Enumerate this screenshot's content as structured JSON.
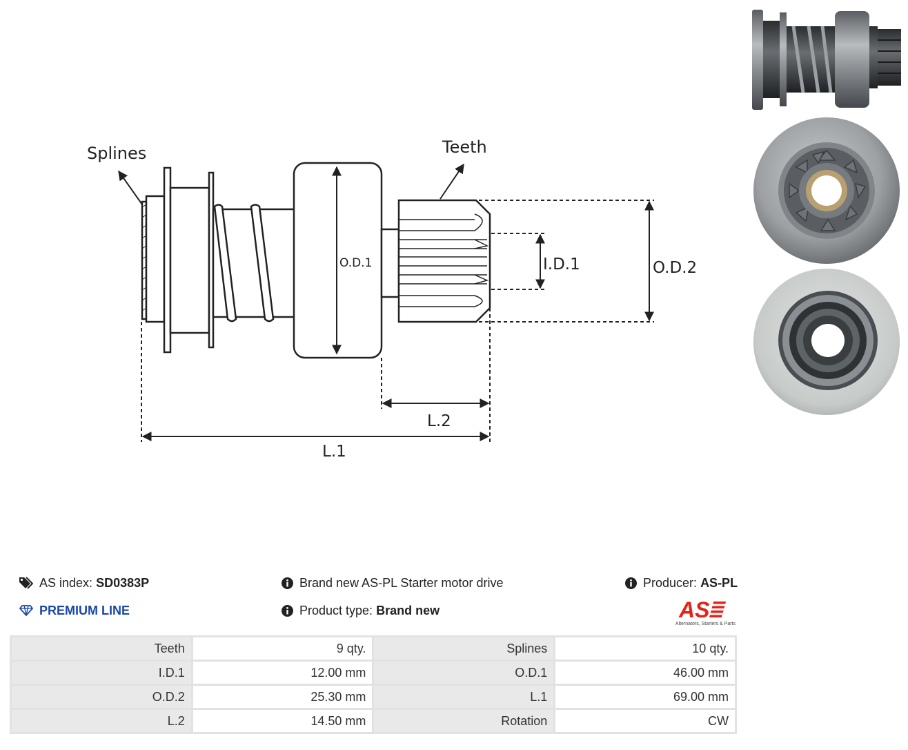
{
  "diagram": {
    "labels": {
      "splines": "Splines",
      "teeth": "Teeth",
      "od1": "O.D.1",
      "id1": "I.D.1",
      "od2": "O.D.2",
      "l1": "L.1",
      "l2": "L.2"
    }
  },
  "photos": [
    {
      "name": "side-view"
    },
    {
      "name": "front-view"
    },
    {
      "name": "back-view"
    }
  ],
  "info": {
    "as_index_label": "AS index:",
    "as_index_value": "SD0383P",
    "premium_line": "PREMIUM LINE",
    "brand_text": "Brand new AS-PL Starter motor drive",
    "product_type_label": "Product type:",
    "product_type_value": "Brand new",
    "producer_label": "Producer:",
    "producer_value": "AS-PL",
    "logo_text": "AS",
    "logo_tagline": "Alternators, Starters & Parts"
  },
  "specs": [
    {
      "label1": "Teeth",
      "value1": "9 qty.",
      "label2": "Splines",
      "value2": "10 qty."
    },
    {
      "label1": "I.D.1",
      "value1": "12.00 mm",
      "label2": "O.D.1",
      "value2": "46.00 mm"
    },
    {
      "label1": "O.D.2",
      "value1": "25.30 mm",
      "label2": "L.1",
      "value2": "69.00 mm"
    },
    {
      "label1": "L.2",
      "value1": "14.50 mm",
      "label2": "Rotation",
      "value2": "CW"
    }
  ],
  "colors": {
    "accent_blue": "#1a47a8",
    "logo_red": "#e2231a",
    "table_label_bg": "#e9e9e9",
    "table_border": "#e2e2e2"
  }
}
